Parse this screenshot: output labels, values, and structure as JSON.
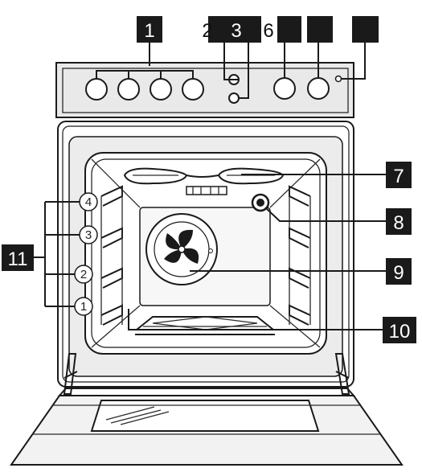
{
  "labels": {
    "l1": "1",
    "l2": "2",
    "l3": "3",
    "l4": "",
    "l5": "",
    "l6": "6",
    "l7": "7",
    "l8": "8",
    "l9": "9",
    "l10": "10",
    "l11": "11",
    "blank_a": "",
    "blank_b": ""
  },
  "shelf_levels": [
    "1",
    "2",
    "3",
    "4"
  ]
}
